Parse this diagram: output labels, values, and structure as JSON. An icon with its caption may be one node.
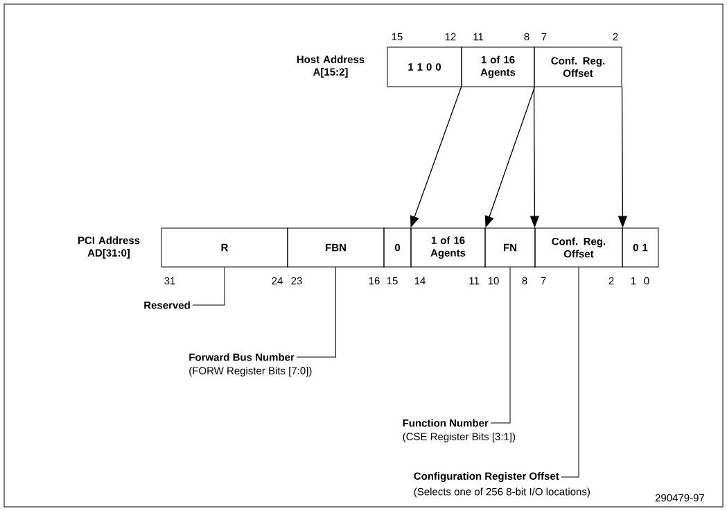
{
  "diagram": {
    "nodes": [
      {
        "text": [
          "1 1 0 0"
        ]
      },
      {
        "text": [
          "1 of 16 Agents"
        ]
      },
      {
        "text": [
          "Conf. Reg. Offset"
        ]
      },
      {
        "text": [
          "R"
        ]
      },
      {
        "text": [
          "FBN"
        ]
      },
      {
        "text": [
          "0"
        ]
      },
      {
        "text": [
          "1 of 16 Agents"
        ]
      },
      {
        "text": [
          "FN"
        ]
      },
      {
        "text": [
          "Conf. Reg. Offset"
        ]
      },
      {
        "text": [
          "0 1"
        ]
      },
      {
        "text": [
          "Reserved"
        ]
      },
      {
        "text": [
          "Forward Bus Number"
        ],
        "beside": [
          "(FORW Register Bits [7:0])"
        ]
      },
      {
        "text": [
          "Function Number"
        ],
        "beside": [
          "(CSE Register Bits [3:1])"
        ]
      },
      {
        "text": [
          "Configuration Register Offset"
        ],
        "beside": [
          "(Selects one of 256 8-bit I/O locations)"
        ]
      }
    ],
    "edges": [
      {
        "from": 1,
        "to": 6,
        "arrow": "to"
      },
      {
        "from": 1,
        "to": 6,
        "arrow": "to"
      },
      {
        "from": 2,
        "to": 8,
        "arrow": "to"
      },
      {
        "from": 2,
        "to": 8,
        "arrow": "to"
      },
      {
        "from": 10,
        "to": 3,
        "arrow": "none"
      },
      {
        "from": 11,
        "to": 4,
        "arrow": "none"
      },
      {
        "from": 12,
        "to": 7,
        "arrow": "none"
      },
      {
        "from": 13,
        "to": 8,
        "arrow": "none"
      }
    ],
    "labels": [
      "15",
      "12",
      "11",
      "8",
      "7",
      "2",
      "Host Address A[15:2]",
      "PCI Address AD[31:0]",
      "31",
      "24",
      "23",
      "16",
      "15",
      "14",
      "11",
      "10",
      "8",
      "7",
      "2",
      "1",
      "0",
      "290479-97"
    ]
  }
}
